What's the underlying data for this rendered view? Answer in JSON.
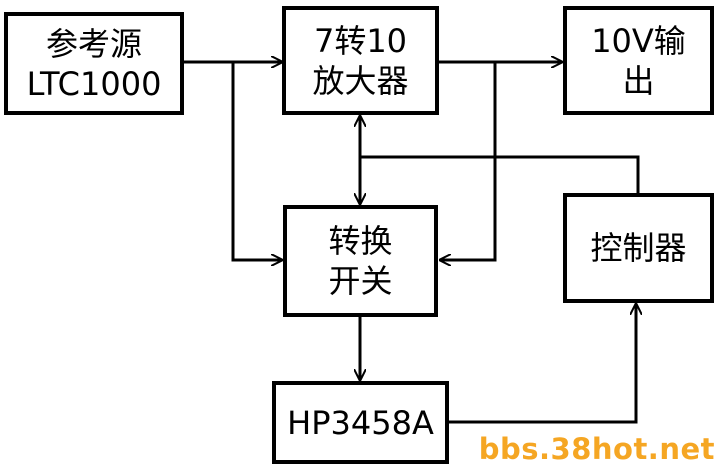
{
  "blocks": {
    "reference": {
      "line1": "参考源",
      "line2": "LTC1000"
    },
    "amplifier": {
      "line1": "7转10",
      "line2": "放大器"
    },
    "output": {
      "line1": "10V输",
      "line2": "出"
    },
    "switch": {
      "line1": "转换",
      "line2": "开关"
    },
    "controller": {
      "line1": "控制器"
    },
    "meter": {
      "line1": "HP3458A"
    }
  },
  "watermark": "bbs.38hot.net",
  "colors": {
    "line": "#000000",
    "watermark": "#f5a623"
  }
}
